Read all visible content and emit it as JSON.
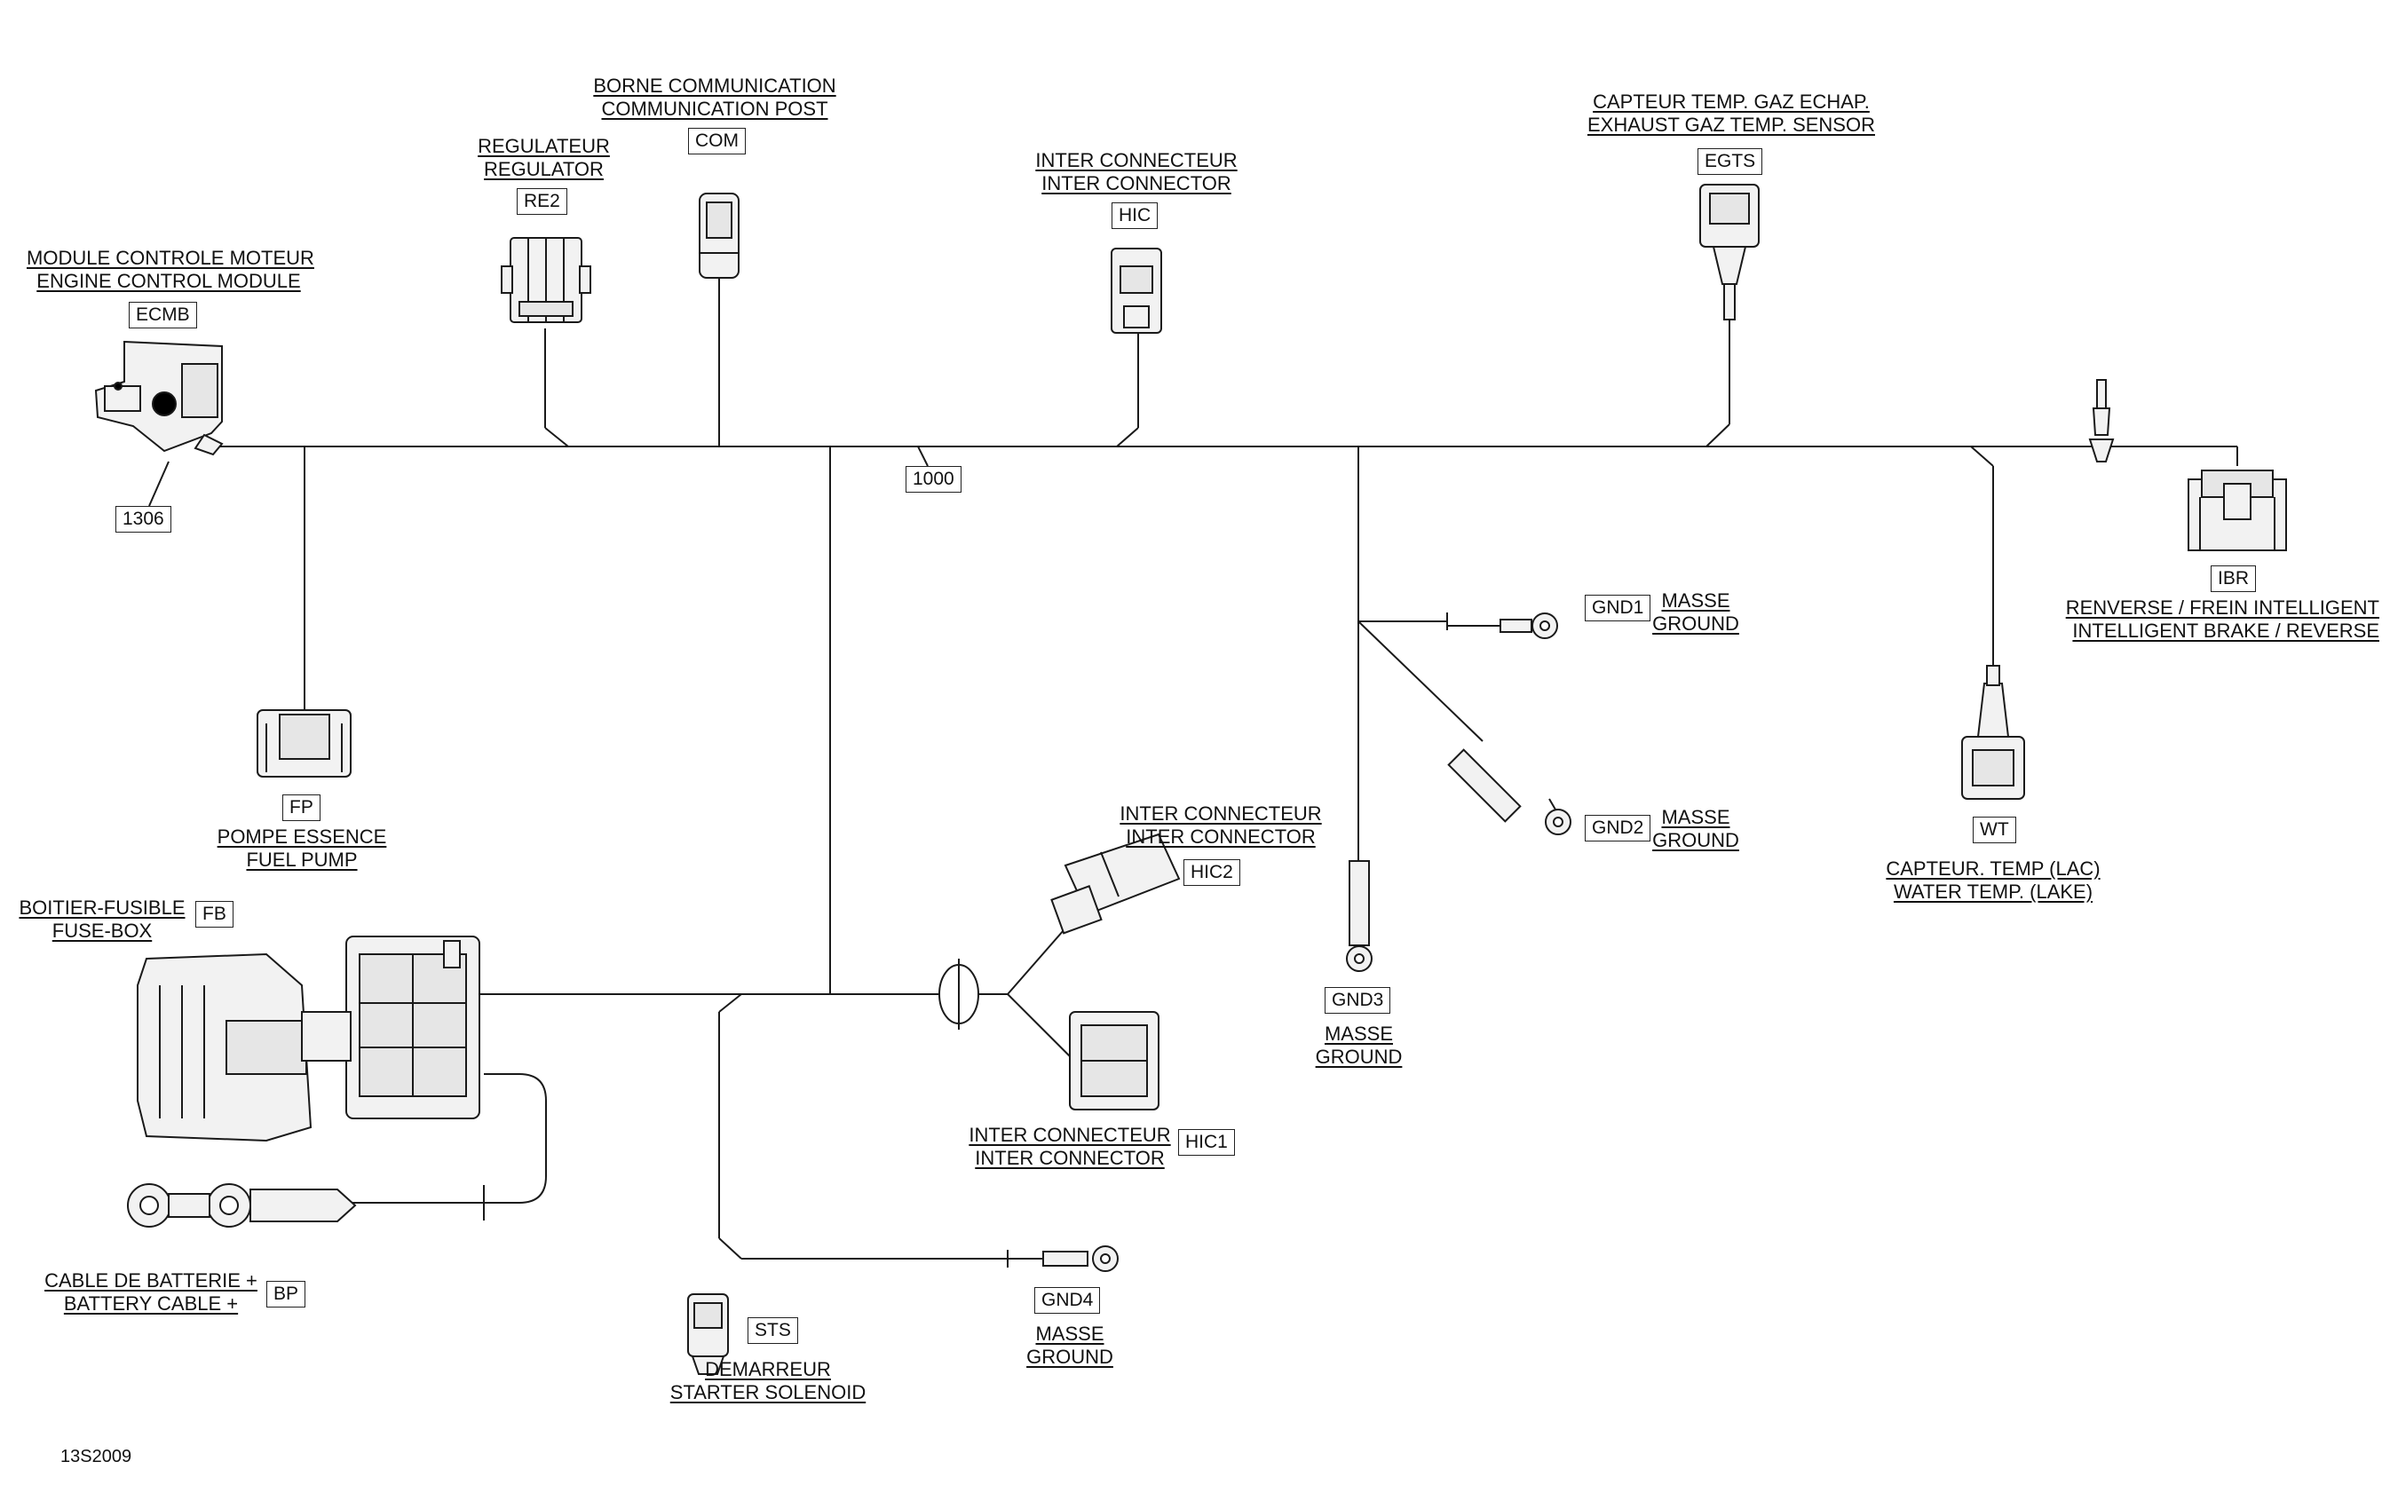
{
  "connectors": {
    "ecmb": {
      "code": "ECMB",
      "fr": "MODULE CONTROLE MOTEUR",
      "en": "ENGINE CONTROL MODULE"
    },
    "re2": {
      "code": "RE2",
      "fr": "REGULATEUR",
      "en": "REGULATOR"
    },
    "com": {
      "code": "COM",
      "fr": "BORNE COMMUNICATION",
      "en": "COMMUNICATION POST"
    },
    "hic": {
      "code": "HIC",
      "fr": "INTER CONNECTEUR",
      "en": "INTER CONNECTOR"
    },
    "egts": {
      "code": "EGTS",
      "fr": "CAPTEUR TEMP. GAZ ECHAP.",
      "en": "EXHAUST GAZ TEMP. SENSOR"
    },
    "ibr": {
      "code": "IBR",
      "fr": "RENVERSE / FREIN INTELLIGENT",
      "en": "INTELLIGENT BRAKE / REVERSE"
    },
    "wt": {
      "code": "WT",
      "fr": "CAPTEUR. TEMP (LAC)",
      "en": "WATER TEMP. (LAKE)"
    },
    "fp": {
      "code": "FP",
      "fr": "POMPE ESSENCE",
      "en": "FUEL PUMP"
    },
    "fb": {
      "code": "FB",
      "fr": "BOITIER-FUSIBLE",
      "en": "FUSE-BOX"
    },
    "bp": {
      "code": "BP",
      "fr": "CABLE DE BATTERIE +",
      "en": "BATTERY CABLE +"
    },
    "sts": {
      "code": "STS",
      "fr": "DEMARREUR",
      "en": "STARTER SOLENOID"
    },
    "hic2": {
      "code": "HIC2",
      "fr": "INTER CONNECTEUR",
      "en": "INTER CONNECTOR"
    },
    "hic1": {
      "code": "HIC1",
      "fr": "INTER CONNECTEUR",
      "en": "INTER CONNECTOR"
    },
    "gnd1": {
      "code": "GND1",
      "fr": "MASSE",
      "en": "GROUND"
    },
    "gnd2": {
      "code": "GND2",
      "fr": "MASSE",
      "en": "GROUND"
    },
    "gnd3": {
      "code": "GND3",
      "fr": "MASSE",
      "en": "GROUND"
    },
    "gnd4": {
      "code": "GND4",
      "fr": "MASSE",
      "en": "GROUND"
    }
  },
  "harness": {
    "main_ref": "1000",
    "ecm_ref": "1306"
  },
  "figure_id": "13S2009",
  "colors": {
    "line": "#1a1a1a",
    "fill": "#f2f2f2",
    "accent": "#000000"
  }
}
